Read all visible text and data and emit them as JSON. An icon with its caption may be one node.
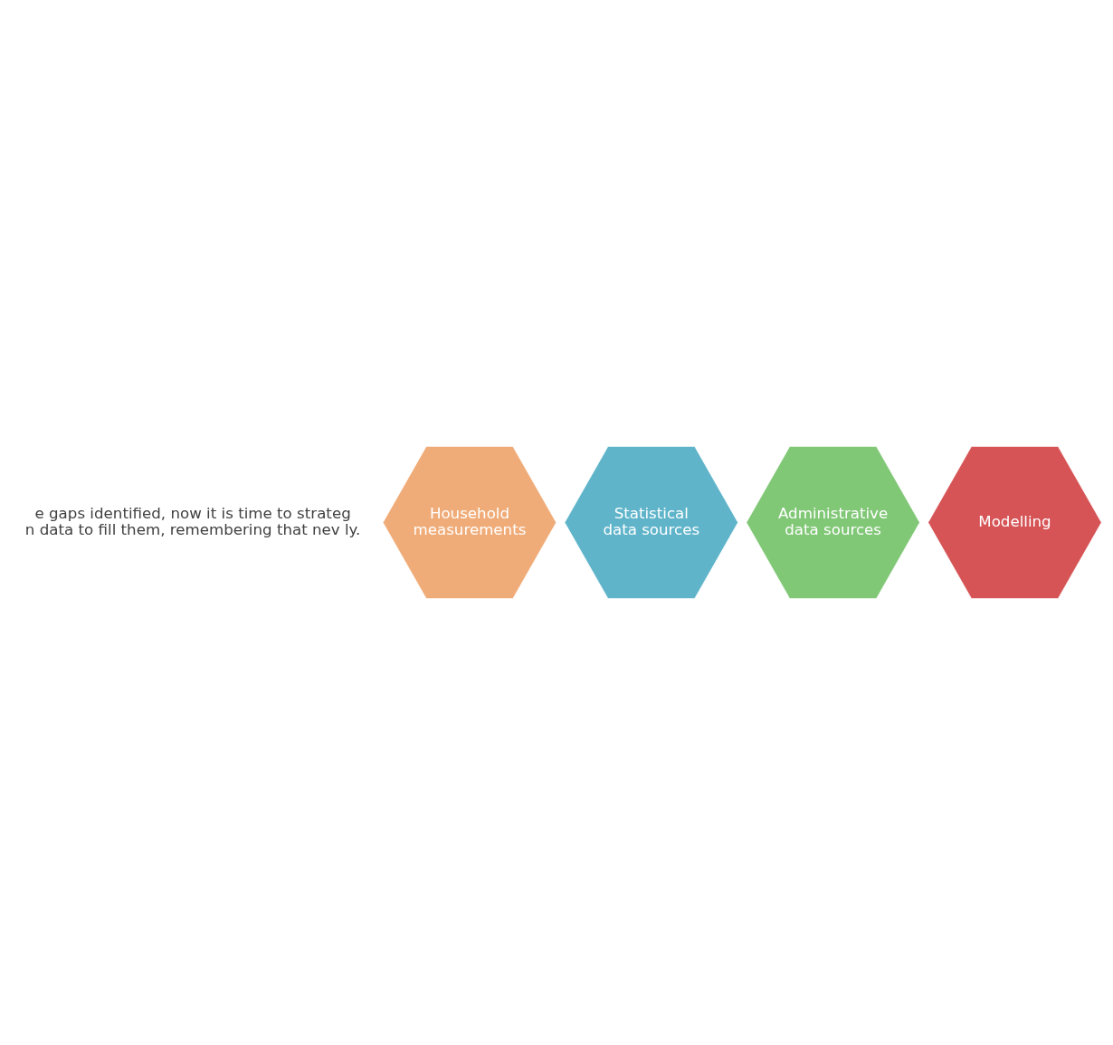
{
  "diagram": {
    "nodes": [
      {
        "text": [
          "Household measurements"
        ]
      },
      {
        "text": [
          "Statistical data sources"
        ]
      },
      {
        "text": [
          "Administrative data sources"
        ]
      },
      {
        "text": [
          "Modelling"
        ]
      }
    ],
    "labels": [
      "e gaps identified, now it is time to strateg n data to fill them, remembering that nev ly."
    ]
  }
}
